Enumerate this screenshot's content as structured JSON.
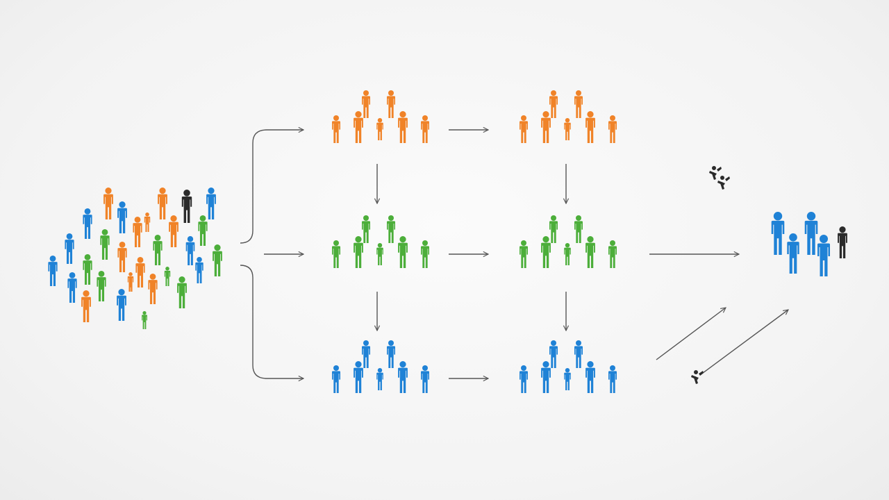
{
  "colors": {
    "background": "#f4f4f4",
    "orange": "#f08328",
    "green": "#4cae3a",
    "blue": "#1f82d6",
    "dark": "#2b2b2b",
    "arrow": "#555555"
  },
  "icons": {
    "person": "person-icon",
    "arrow": "arrow-icon",
    "fragment": "scattered-figure-icon"
  },
  "mixed_population": {
    "figures": [
      {
        "color": "orange"
      },
      {
        "color": "orange"
      },
      {
        "color": "dark"
      },
      {
        "color": "blue"
      },
      {
        "color": "blue"
      },
      {
        "color": "blue"
      },
      {
        "color": "orange"
      },
      {
        "color": "orange"
      },
      {
        "color": "orange"
      },
      {
        "color": "green"
      },
      {
        "color": "blue"
      },
      {
        "color": "green"
      },
      {
        "color": "orange"
      },
      {
        "color": "green"
      },
      {
        "color": "blue"
      },
      {
        "color": "blue"
      },
      {
        "color": "green"
      },
      {
        "color": "orange"
      },
      {
        "color": "green"
      },
      {
        "color": "blue"
      },
      {
        "color": "green"
      },
      {
        "color": "blue"
      },
      {
        "color": "green"
      },
      {
        "color": "orange"
      },
      {
        "color": "orange"
      },
      {
        "color": "green"
      },
      {
        "color": "orange"
      },
      {
        "color": "blue"
      },
      {
        "color": "orange"
      },
      {
        "color": "green"
      }
    ]
  },
  "grid": {
    "rows": [
      "orange",
      "green",
      "blue"
    ],
    "columns": 2,
    "figures_per_group": 7
  },
  "result_group": {
    "figures": [
      {
        "color": "blue"
      },
      {
        "color": "blue"
      },
      {
        "color": "blue"
      },
      {
        "color": "blue"
      },
      {
        "color": "dark"
      }
    ]
  }
}
